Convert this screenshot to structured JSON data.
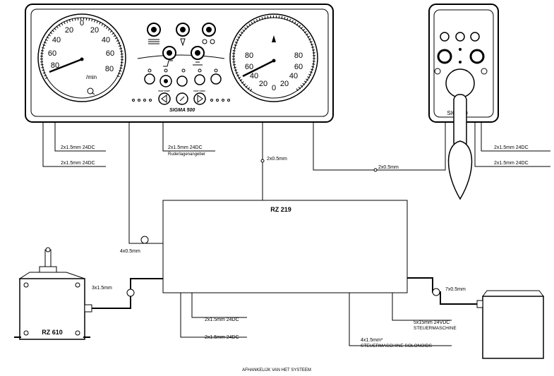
{
  "console": {
    "left_gauge": {
      "ticks": [
        "0",
        "20",
        "40",
        "60",
        "80",
        "20",
        "40",
        "60",
        "80"
      ],
      "unit": "/min"
    },
    "right_gauge": {
      "ticks": [
        "0",
        "20",
        "40",
        "60",
        "80",
        "20",
        "40",
        "60",
        "80"
      ]
    },
    "brand": "SIGMA 500",
    "test_port_label": "TEST PORT",
    "test_stbd_label": "TEST STBD"
  },
  "remote": {
    "label": "SIG    600"
  },
  "unit_rz219": {
    "label": "RZ 219"
  },
  "unit_rz610": {
    "label": "RZ 610"
  },
  "cables": {
    "c1": "2x1.5mm  24DC",
    "c2": "2x1.5mm  24DC",
    "c3": "2x1.5mm  24DC",
    "c3_sub": "Ruderlagenangeber",
    "c4": "2x0.5mm",
    "c5": "2x0.5mm",
    "c6": "2x1.5mm  24DC",
    "c7": "2x1.5mm  24DC",
    "c8": "4x0.5mm",
    "c9": "3x1.5mm",
    "c10": "2x1.5mm  24DC",
    "c11": "2x1.5mm  24DC",
    "c12": "4x1.5mm*",
    "c12_sub": "STEUERMASCHINE SOLONOIDS",
    "c13": "5x15mm  24VDC",
    "c13_sub": "STEUERMASCHINE",
    "c14": "7x0.5mm"
  },
  "footer": "AFHANKELIJK VAN HET SYSTEEM"
}
